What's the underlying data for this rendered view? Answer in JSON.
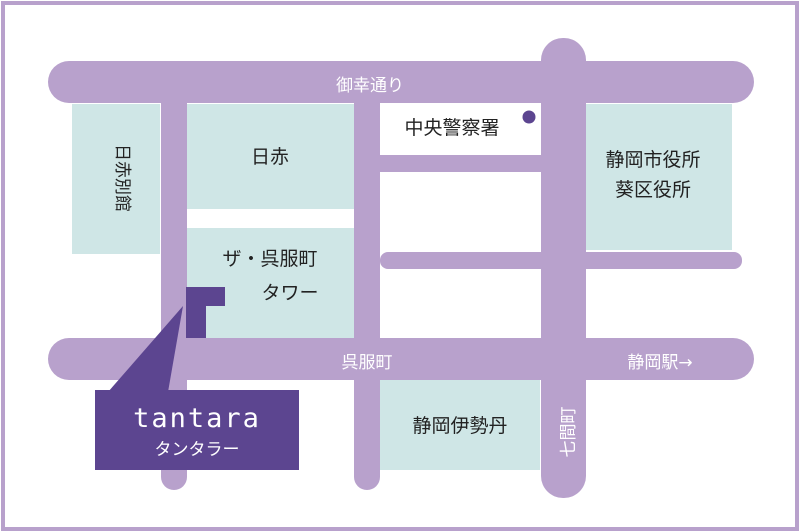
{
  "colors": {
    "road": "#b8a1cc",
    "block": "#cfe6e6",
    "border": "#b8a1cc",
    "road_text": "#ffffff",
    "block_text": "#222222",
    "accent": "#5c4590",
    "marker": "#5c4590",
    "background": "#ffffff"
  },
  "roads": {
    "top": "御幸通り",
    "middle": "呉服町",
    "station": "静岡駅→",
    "vertical": "七間町"
  },
  "blocks": {
    "nisseki_bekkan": "日赤別館",
    "nisseki": "日赤",
    "police": "中央警察署",
    "city_hall_line1": "静岡市役所",
    "city_hall_line2": "葵区役所",
    "gofuku_tower_line1": "ザ・呉服町",
    "gofuku_tower_line2": "タワー",
    "isetan": "静岡伊勢丹"
  },
  "shop": {
    "name": "tantara",
    "kana": "タンタラー"
  }
}
